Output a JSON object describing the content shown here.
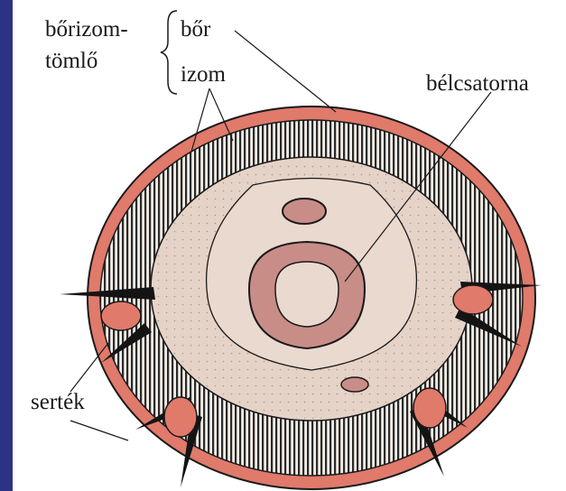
{
  "labels": {
    "borizom_line1": "bőrizom-",
    "borizom_line2": "tömlő",
    "bor": "bőr",
    "izom": "izom",
    "belcsatorna": "bélcsatorna",
    "sertek": "serték"
  },
  "colors": {
    "side_bar": "#2b3384",
    "skin": "#e07a6b",
    "body_fill": "#e6d3c7",
    "gut_wall": "#c98d88",
    "outline": "#1a1a1a"
  }
}
